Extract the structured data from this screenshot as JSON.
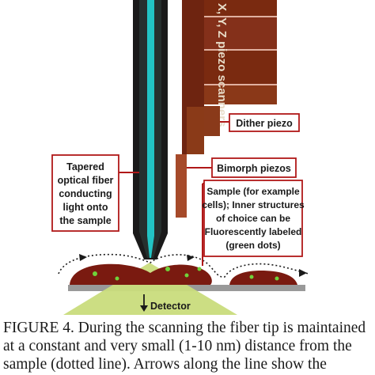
{
  "diagram": {
    "labels": {
      "piezo_scanner": "X, Y, Z piezo scanners",
      "dither": "Dither piezo",
      "bimorph": "Bimorph piezos",
      "fiber": [
        "Tapered",
        "optical fiber",
        "conducting",
        "light onto",
        "the sample"
      ],
      "sample": [
        "Sample (for example",
        "cells); Inner structures",
        "of choice can be",
        "Fluorescently labeled",
        "(green dots)"
      ],
      "detector": "Detector"
    },
    "colors": {
      "piezo_block": "#7a2a10",
      "dither_block": "#8a3a1a",
      "label_border": "#b01818",
      "fiber_core": "#22c4c4",
      "fiber_clad": "#1a1a1a",
      "cell": "#7a1a10",
      "fluorescent_dot": "#6fd23a",
      "light_cone": "#c9dc7c",
      "stage": "#999999"
    },
    "icons": [
      "down-arrow-icon",
      "dotted-scan-line",
      "direction-arrow-icon"
    ]
  },
  "caption": "FIGURE 4.  During the scanning the fiber tip is maintained at a constant and very small (1-10 nm) distance from the sample (dotted line). Arrows along the line show the scanning"
}
